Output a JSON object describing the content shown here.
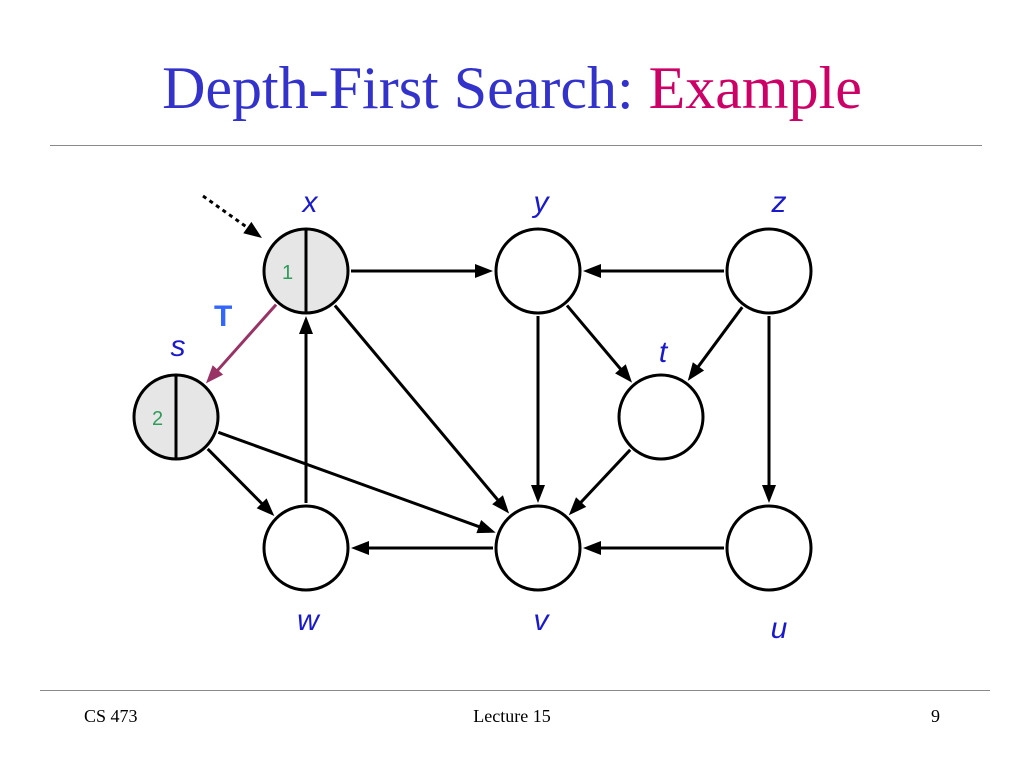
{
  "slide": {
    "title_main": "Depth-First Search:",
    "title_accent": "Example",
    "footer_left": "CS 473",
    "footer_center": "Lecture 15",
    "footer_right": "9"
  },
  "colors": {
    "title": "#3333cc",
    "title_accent": "#cc0066",
    "vertex_label": "#1a1acc",
    "visited_fill": "#e6e6e6",
    "discovery_number": "#2e9c5a",
    "tree_edge": "#993366",
    "tree_edge_label": "#3366ff"
  },
  "graph": {
    "vertices": [
      {
        "id": "x",
        "label": "x",
        "visited": true,
        "discovery": "1"
      },
      {
        "id": "y",
        "label": "y",
        "visited": false,
        "discovery": ""
      },
      {
        "id": "z",
        "label": "z",
        "visited": false,
        "discovery": ""
      },
      {
        "id": "s",
        "label": "s",
        "visited": true,
        "discovery": "2"
      },
      {
        "id": "t",
        "label": "t",
        "visited": false,
        "discovery": ""
      },
      {
        "id": "w",
        "label": "w",
        "visited": false,
        "discovery": ""
      },
      {
        "id": "v",
        "label": "v",
        "visited": false,
        "discovery": ""
      },
      {
        "id": "u",
        "label": "u",
        "visited": false,
        "discovery": ""
      }
    ],
    "edges": [
      {
        "from": "x",
        "to": "y",
        "type": "normal"
      },
      {
        "from": "x",
        "to": "v",
        "type": "normal"
      },
      {
        "from": "x",
        "to": "s",
        "type": "tree",
        "label": "T"
      },
      {
        "from": "z",
        "to": "y",
        "type": "normal"
      },
      {
        "from": "z",
        "to": "t",
        "type": "normal"
      },
      {
        "from": "z",
        "to": "u",
        "type": "normal"
      },
      {
        "from": "y",
        "to": "t",
        "type": "normal"
      },
      {
        "from": "y",
        "to": "v",
        "type": "normal"
      },
      {
        "from": "s",
        "to": "w",
        "type": "normal"
      },
      {
        "from": "s",
        "to": "v",
        "type": "normal"
      },
      {
        "from": "w",
        "to": "x",
        "type": "normal"
      },
      {
        "from": "t",
        "to": "v",
        "type": "normal"
      },
      {
        "from": "v",
        "to": "w",
        "type": "normal"
      },
      {
        "from": "u",
        "to": "v",
        "type": "normal"
      }
    ],
    "start_pointer": {
      "target": "x",
      "style": "dotted"
    }
  }
}
